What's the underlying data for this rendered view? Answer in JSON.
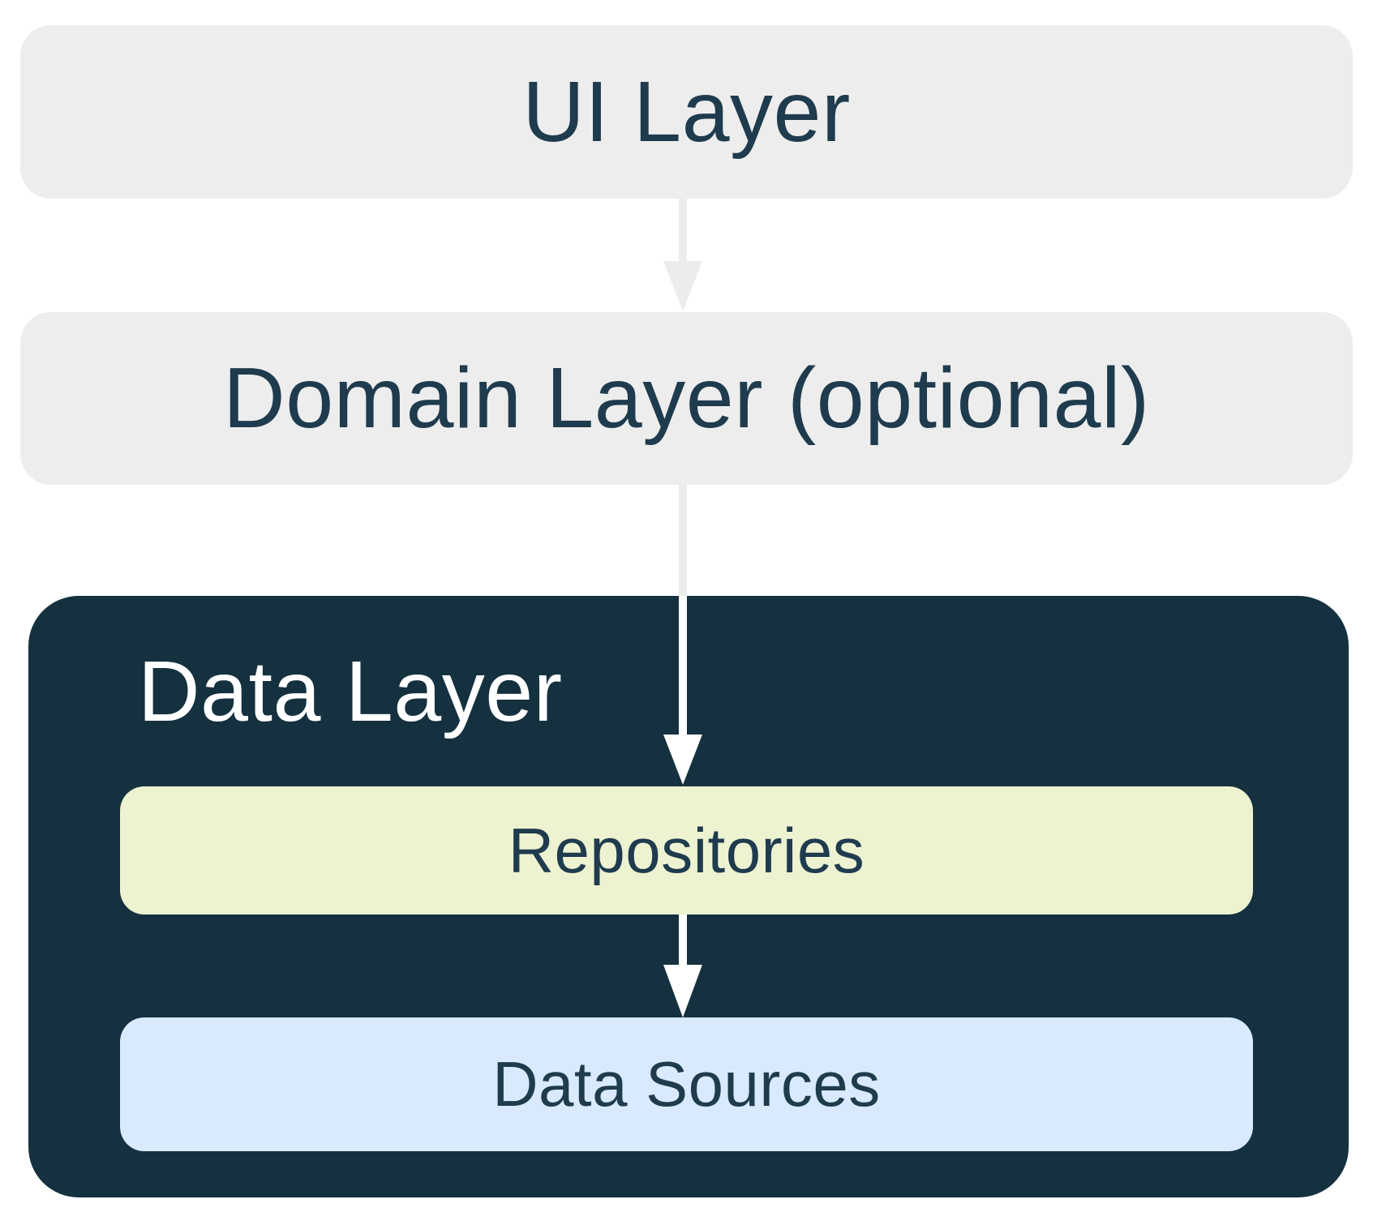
{
  "diagram": {
    "layers": {
      "ui": {
        "label": "UI Layer"
      },
      "domain": {
        "label": "Domain Layer (optional)"
      },
      "data": {
        "label": "Data Layer",
        "children": {
          "repositories": {
            "label": "Repositories"
          },
          "data_sources": {
            "label": "Data Sources"
          }
        }
      }
    },
    "arrows": [
      {
        "name": "ui-to-domain",
        "direction": "down",
        "color": "#ECECEC"
      },
      {
        "name": "domain-to-repositories",
        "direction": "down",
        "color_outside_data_layer": "#ECECEC",
        "color_inside_data_layer": "#FFFFFF"
      },
      {
        "name": "repositories-to-data-sources",
        "direction": "down",
        "color": "#FFFFFF"
      }
    ]
  },
  "colors": {
    "background": "#FFFFFF",
    "layer_box_fill": "#EDEDED",
    "layer_text": "#1F3B4E",
    "data_layer_fill": "#15313F",
    "data_layer_text": "#FFFFFF",
    "repositories_fill": "#EDF3D1",
    "data_sources_fill": "#D8EAFB",
    "arrow_gray": "#ECECEC",
    "arrow_white": "#FFFFFF"
  }
}
